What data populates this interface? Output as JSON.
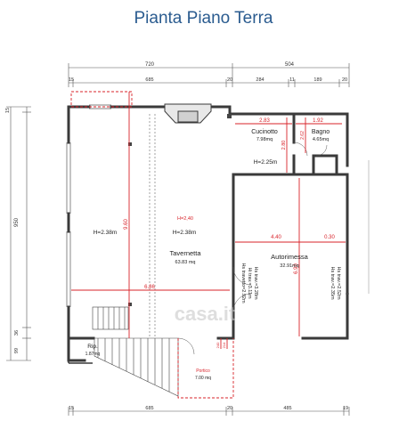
{
  "title": "Pianta Piano Terra",
  "top_dims": {
    "overall_left": "720",
    "overall_right": "504",
    "d1": "15",
    "d2": "685",
    "d3": "20",
    "d4": "284",
    "d5": "11",
    "d6": "189",
    "d7": "20"
  },
  "bottom_dims": {
    "d1": "15",
    "d2": "685",
    "d3": "20",
    "d4": "485",
    "d5": "19"
  },
  "left_dims": {
    "t1": "15",
    "main": "950",
    "b1": "36",
    "b2": "99"
  },
  "rooms": {
    "cucinotto_name": "Cucinotto",
    "cucinotto_area": "7.98mq",
    "bagno_name": "Bagno",
    "bagno_area": "4.65mq",
    "hall_height": "H=2.25m",
    "taverna_name": "Tavernetta",
    "taverna_area": "63.83 mq",
    "taverna_h1": "H=2.38m",
    "taverna_h2": "H=2.38m",
    "taverna_h3": "H=2,40",
    "autor_name": "Autorimessa",
    "autor_area": "32.91mq",
    "autor_h1": "Hs travetto=2.92m",
    "autor_h2": "Hi trav.=3.11m",
    "autor_h3": "Hs trav.=3.28m",
    "autor_r1": "Hs trav.=2.35m",
    "autor_r2": "Hs trav.=2.52m",
    "rip_name": "Rip.",
    "rip_area": "1.87mq",
    "portico_name": "Portico",
    "portico_area": "7.00 mq"
  },
  "red_dims": {
    "cucinotto_w": "2.83",
    "bagno_w": "1.92",
    "cucinotto_h": "2.80",
    "bagno_h": "2.62",
    "autor_w": "4.40",
    "autor_w2": "0.30",
    "autor_h": "6.90",
    "taverna_w": "6.86",
    "taverna_h": "9.60",
    "mid": "2.40",
    "bottom_a": "240",
    "bottom_b": "214"
  },
  "watermark": "casa.it",
  "colors": {
    "title": "#2a5b8f",
    "red": "#d8232a",
    "wall": "#3a3a3a",
    "blue_dim": "#2a5b8f"
  }
}
